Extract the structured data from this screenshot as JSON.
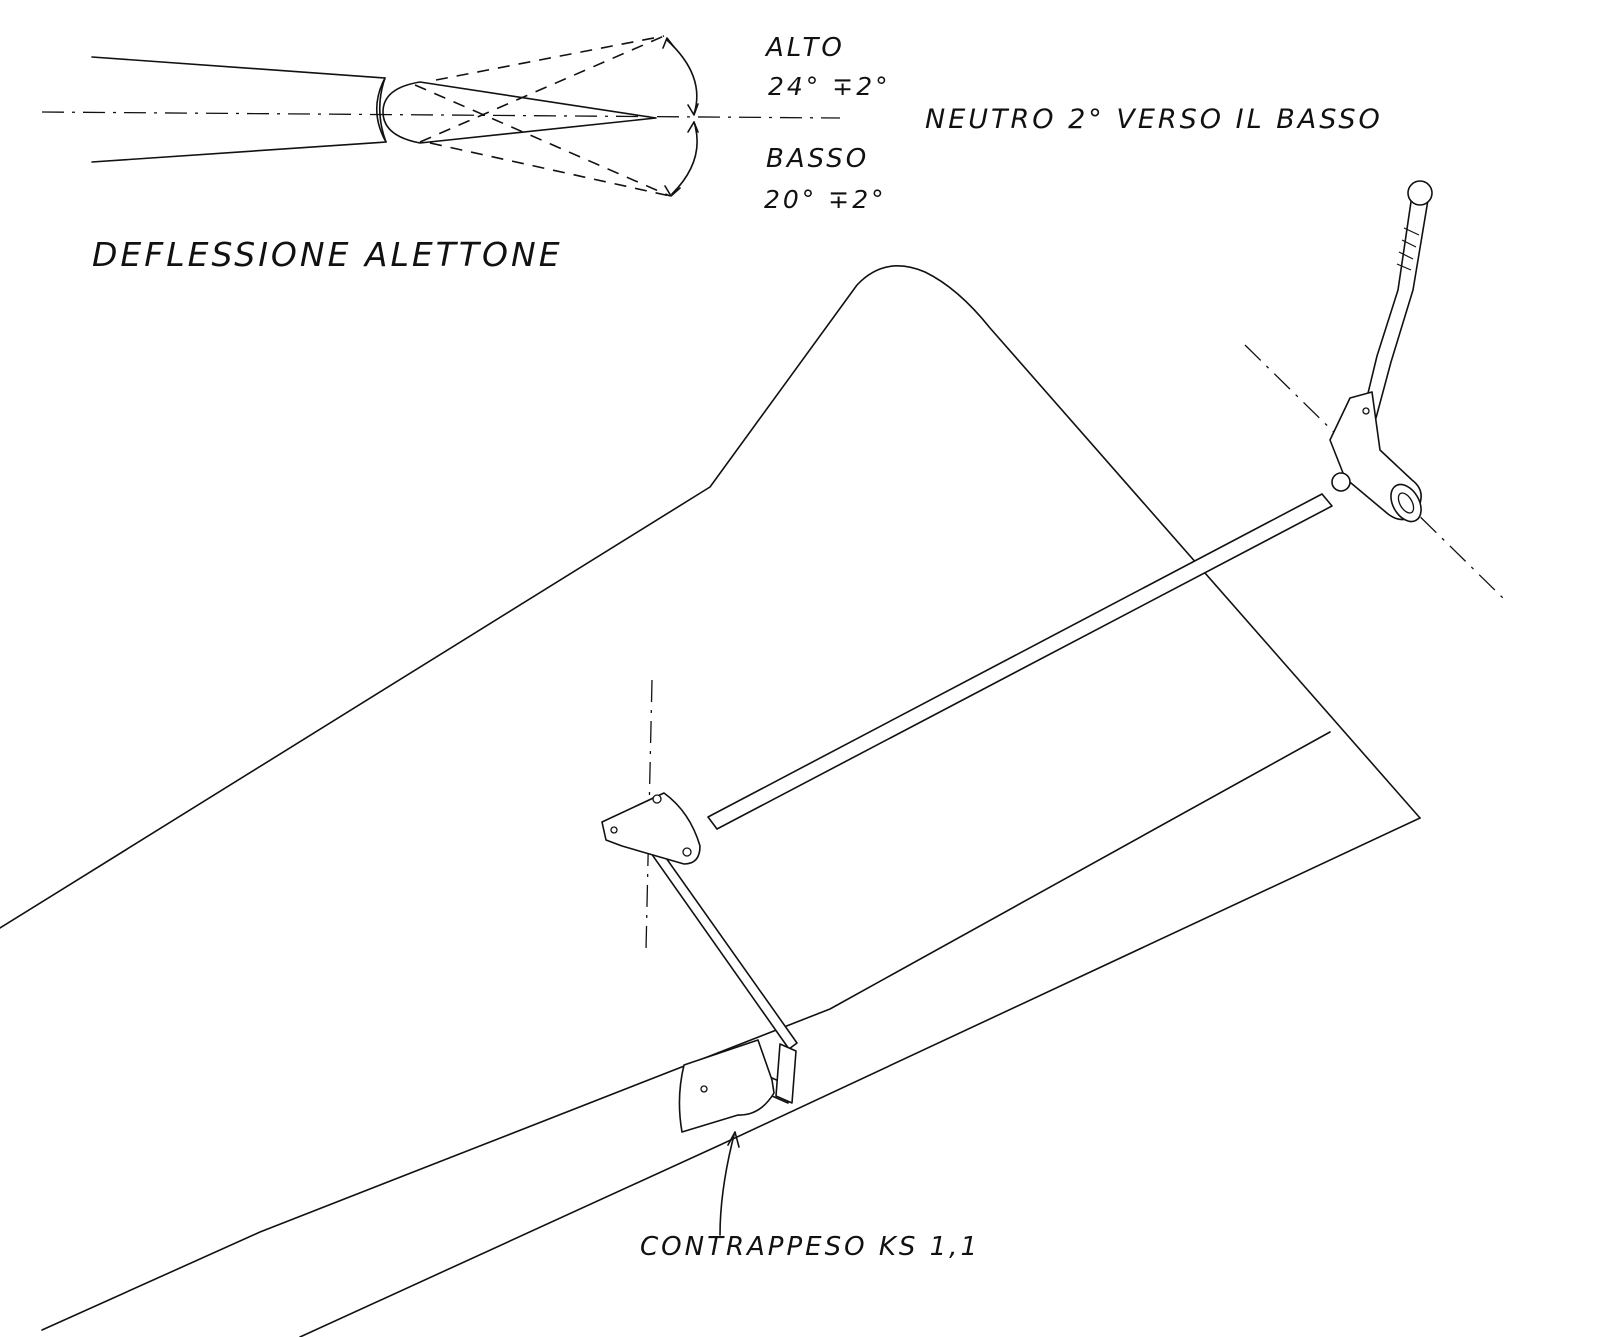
{
  "detail": {
    "title": "DEFLESSIONE ALETTONE",
    "up_label": "ALTO",
    "up_value": "24° ∓2°",
    "down_label": "BASSO",
    "down_value": "20° ∓2°",
    "neutral_note": "NEUTRO   2° VERSO IL BASSO"
  },
  "assembly": {
    "counterweight_label": "CONTRAPPESO KS 1,1"
  }
}
